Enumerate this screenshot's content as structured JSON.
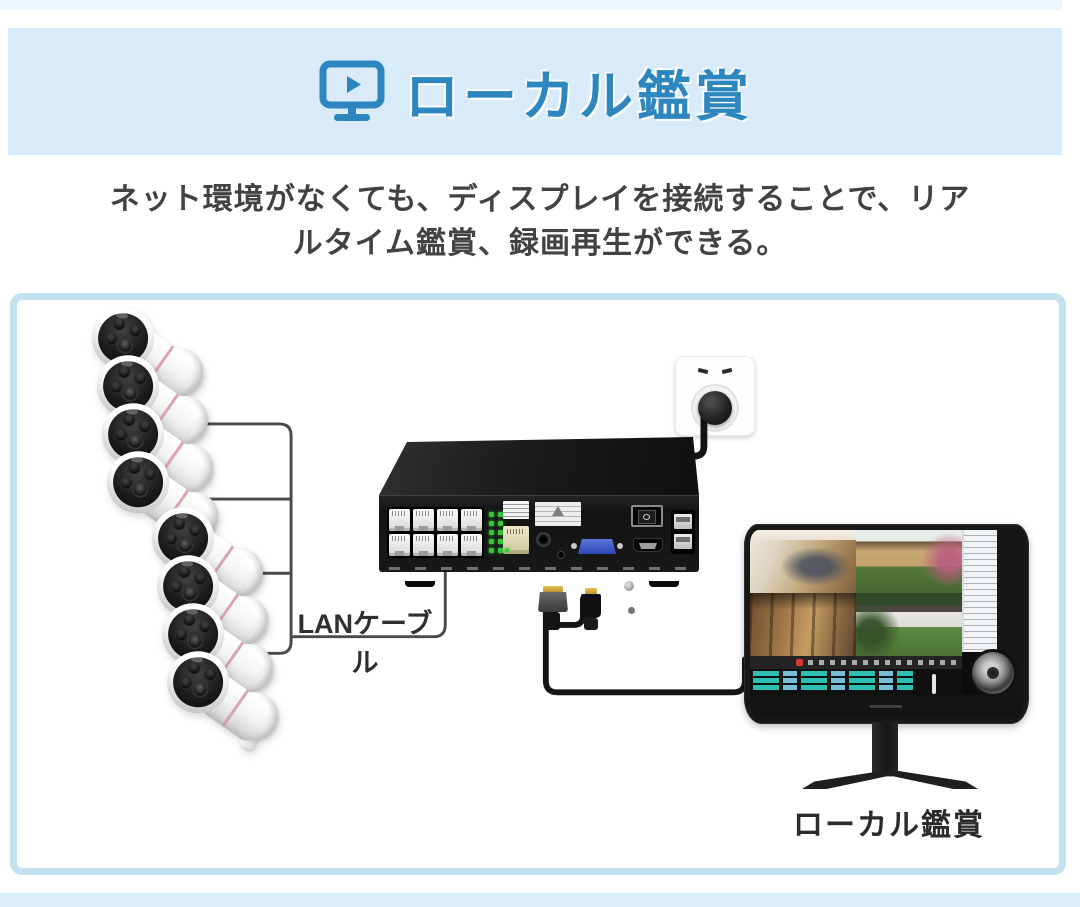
{
  "banner": {
    "title": "ローカル鑑賞",
    "icon": "monitor-play-icon"
  },
  "description_lines": [
    "ネット環境がなくても、ディスプレイを接続することで、リア",
    "ルタイム鑑賞、録画再生ができる。"
  ],
  "diagram": {
    "lan_cable_label": "LANケーブル",
    "monitor_label": "ローカル鑑賞",
    "camera_count": 8,
    "nvr_lan_port_count": 8,
    "monitor_view_layout": "2x2"
  },
  "colors": {
    "accent_blue": "#2e86bf",
    "banner_bg": "#d9eaf8",
    "diagram_border": "#c4e2ee",
    "wire": "#4a4a4a",
    "cable": "#151515"
  }
}
